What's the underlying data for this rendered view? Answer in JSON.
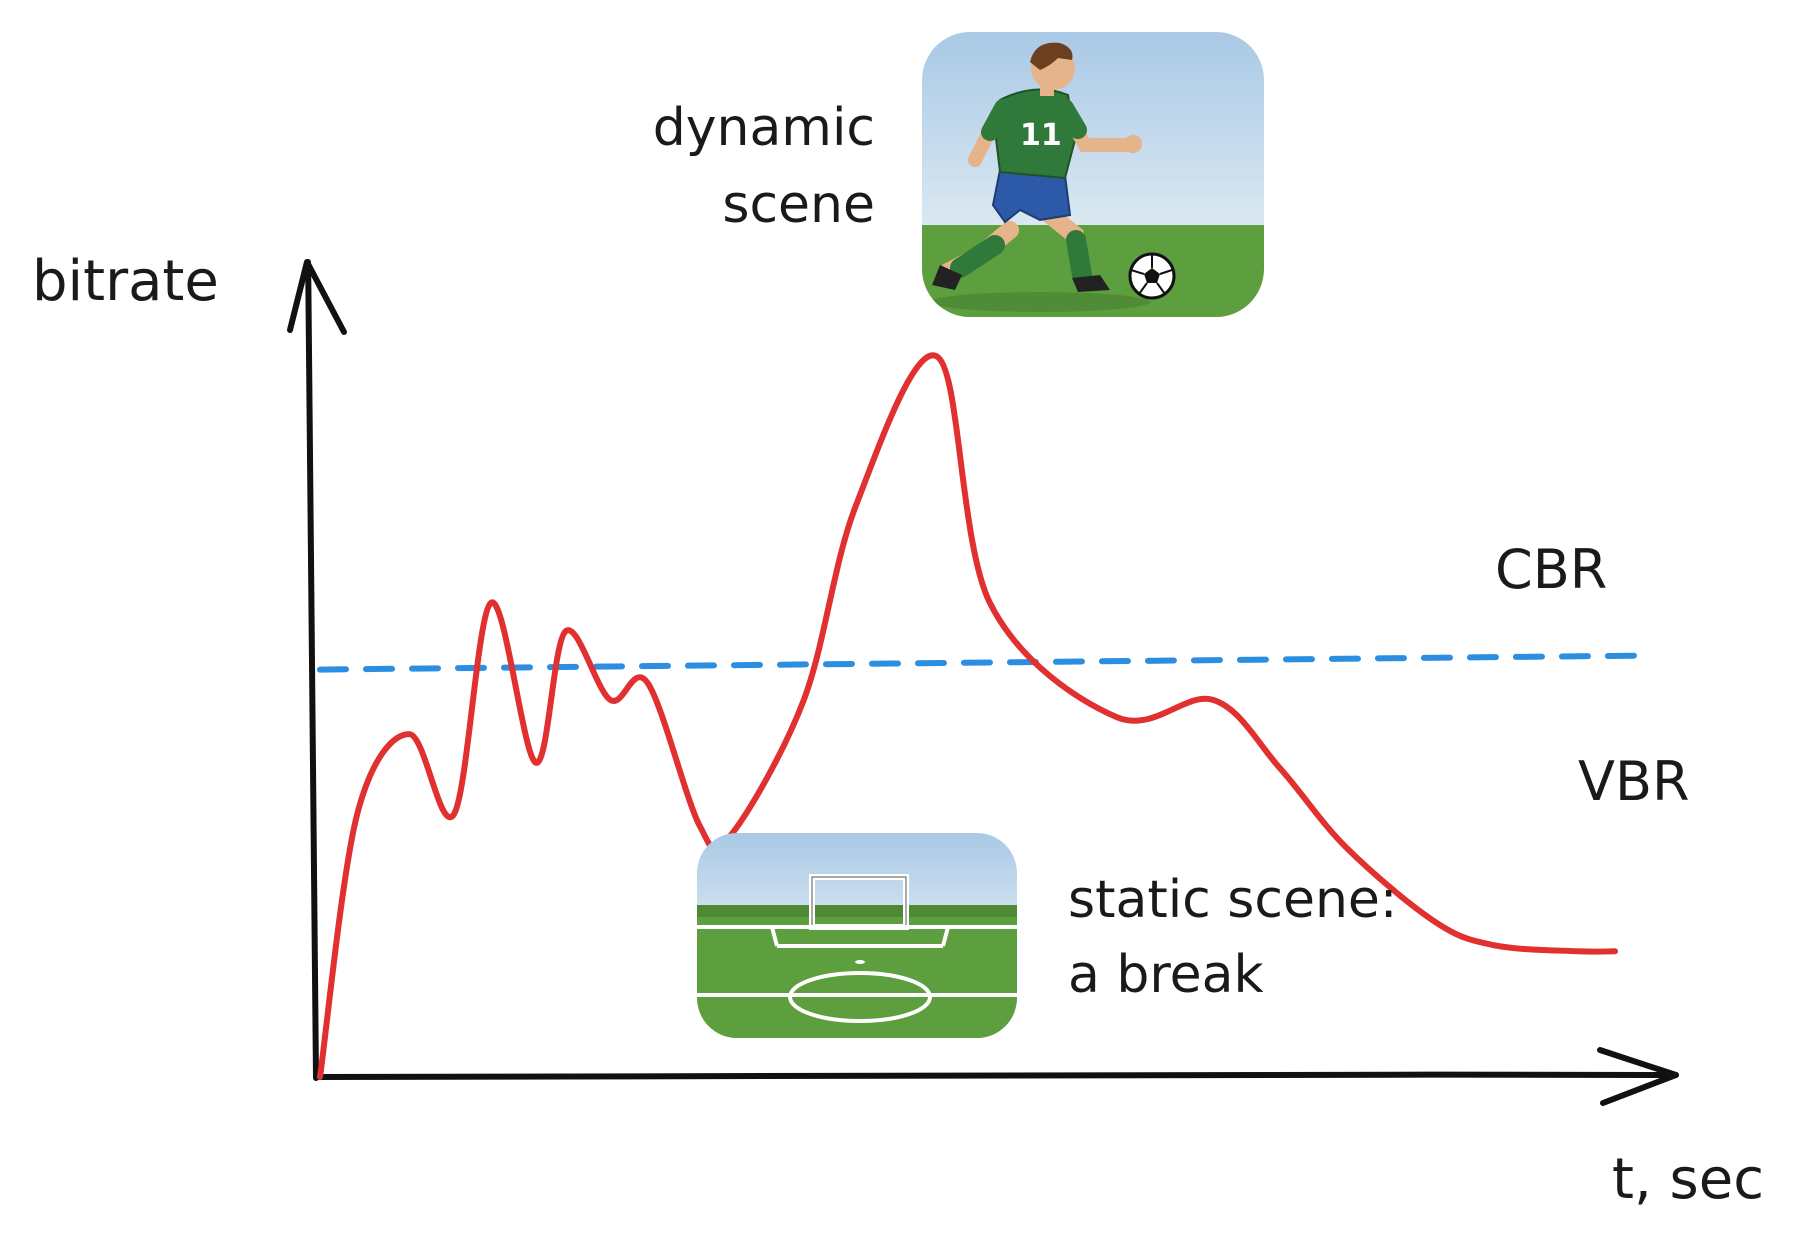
{
  "labels": {
    "y_axis": "bitrate",
    "x_axis": "t, sec",
    "cbr": "CBR",
    "vbr": "VBR",
    "dynamic_scene": [
      "dynamic",
      "scene"
    ],
    "static_scene": [
      "static scene:",
      "a break"
    ]
  },
  "player_jersey_number": "11",
  "colors": {
    "vbr_line": "#e03030",
    "cbr_line": "#2b8ee0",
    "axis": "#111111",
    "sky": "#b8d4ea",
    "grass": "#5d9e3e",
    "jersey": "#2f7a3a",
    "shorts": "#2c5aa8"
  },
  "chart_data": {
    "type": "line",
    "x": [
      0,
      0.5,
      1.2,
      1.8,
      2.3,
      2.9,
      3.3,
      3.9,
      4.4,
      5.1,
      5.5,
      6.5,
      7.2,
      8.3,
      9.0,
      10.7,
      12.0,
      12.9,
      13.8,
      15.0,
      15.8,
      16.9,
      17.4
    ],
    "series": [
      {
        "name": "VBR",
        "values": [
          0,
          4.6,
          6.0,
          4.6,
          8.3,
          5.5,
          7.8,
          6.6,
          6.9,
          4.4,
          4.2,
          6.6,
          10.0,
          12.6,
          8.3,
          6.3,
          6.6,
          5.4,
          4.0,
          2.7,
          2.3,
          2.2,
          2.2
        ]
      },
      {
        "name": "CBR",
        "values": [
          7.2,
          7.2,
          7.2,
          7.2,
          7.2,
          7.2,
          7.2,
          7.2,
          7.2,
          7.2,
          7.2,
          7.2,
          7.2,
          7.2,
          7.2,
          7.2,
          7.2,
          7.2,
          7.2,
          7.2,
          7.2,
          7.2,
          7.2
        ]
      }
    ],
    "xlabel": "t, sec",
    "ylabel": "bitrate",
    "xlim": [
      0,
      17.4
    ],
    "ylim": [
      0,
      12.6
    ],
    "grid": false,
    "legend": "inline labels at right"
  }
}
